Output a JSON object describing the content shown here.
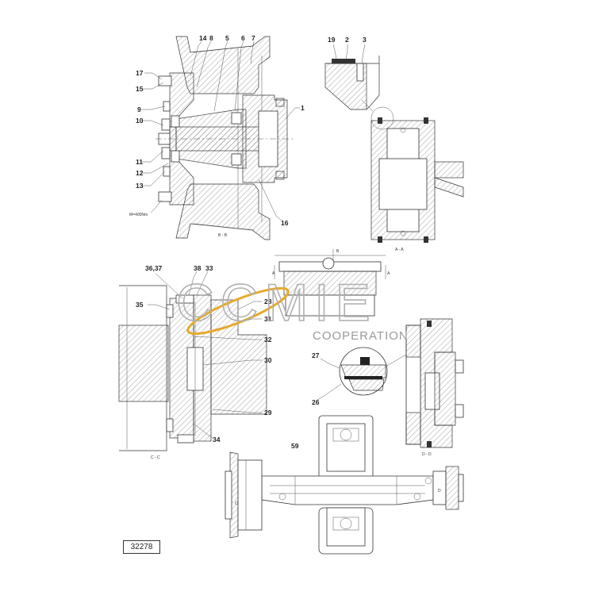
{
  "views": {
    "bb": {
      "caption": "B - B",
      "labels": [
        "14",
        "8",
        "5",
        "6",
        "7",
        "17",
        "15",
        "9",
        "10",
        "11",
        "12",
        "13",
        "1",
        "16"
      ],
      "torque": "M=400Nm"
    },
    "aa": {
      "caption": "A - A",
      "labels": [
        "19",
        "2",
        "3"
      ]
    },
    "cc": {
      "caption": "C - C",
      "labels": [
        "36,37",
        "38",
        "33",
        "35",
        "28",
        "31",
        "32",
        "30",
        "29",
        "34"
      ]
    },
    "topview": {
      "mark_a_left": "A",
      "mark_a_right": "A",
      "mark_b": "B"
    },
    "detail": {
      "labels": [
        "27",
        "26"
      ]
    },
    "dd": {
      "caption": "D - D"
    },
    "bottom": {
      "labels": [
        "59"
      ],
      "mark_c": "C",
      "mark_d": "D"
    }
  },
  "watermark": {
    "brand": "CCMIE",
    "subtitle": "COOPERATION"
  },
  "document_number": "32278"
}
